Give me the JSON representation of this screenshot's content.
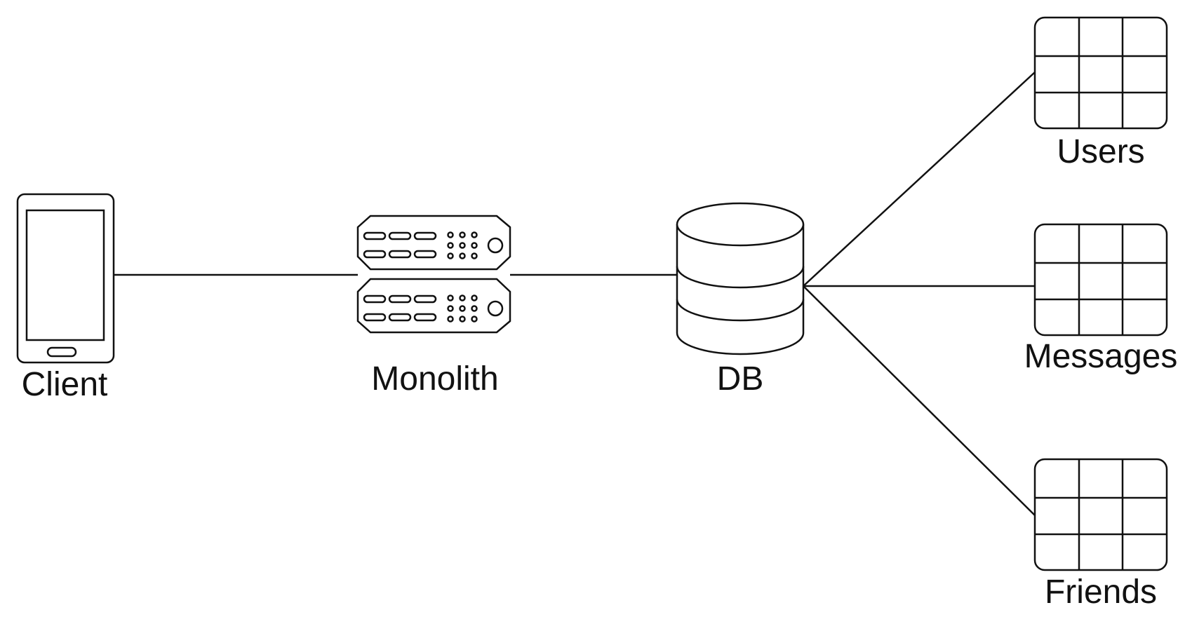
{
  "diagram": {
    "nodes": {
      "client": {
        "label": "Client",
        "icon": "mobile-phone-icon"
      },
      "monolith": {
        "label": "Monolith",
        "icon": "server-rack-icon"
      },
      "db": {
        "label": "DB",
        "icon": "database-icon"
      },
      "users": {
        "label": "Users",
        "icon": "table-icon"
      },
      "messages": {
        "label": "Messages",
        "icon": "table-icon"
      },
      "friends": {
        "label": "Friends",
        "icon": "table-icon"
      }
    },
    "edges": [
      {
        "from": "client",
        "to": "monolith"
      },
      {
        "from": "monolith",
        "to": "db"
      },
      {
        "from": "db",
        "to": "users"
      },
      {
        "from": "db",
        "to": "messages"
      },
      {
        "from": "db",
        "to": "friends"
      }
    ],
    "colors": {
      "stroke": "#111111",
      "background": "#ffffff"
    }
  }
}
